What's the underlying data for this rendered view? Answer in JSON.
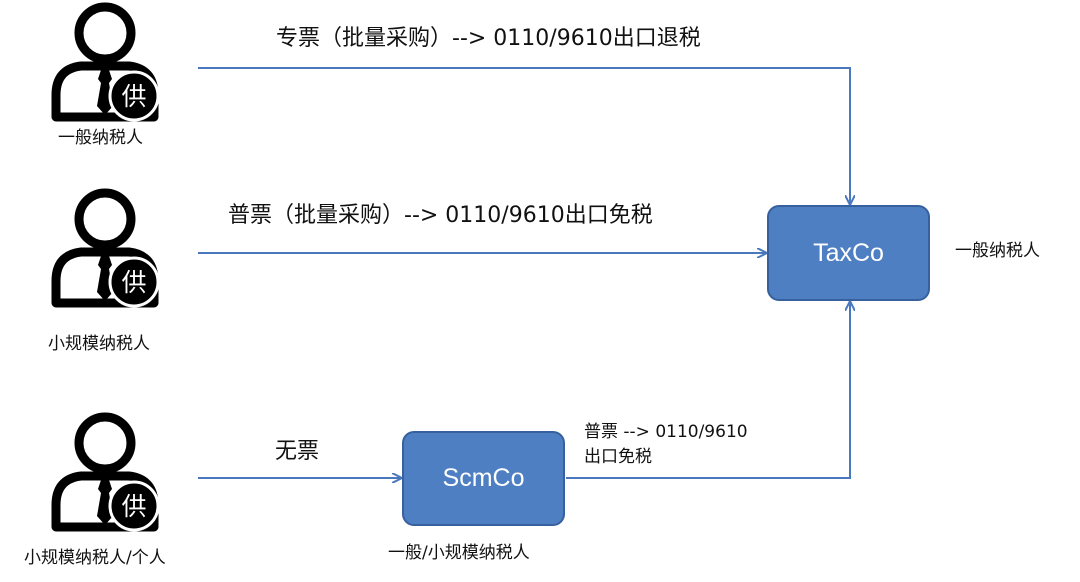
{
  "colors": {
    "box_fill": "#4e7fc2",
    "box_border": "#36609e",
    "arrow": "#4a78bd",
    "icon": "#000000"
  },
  "icons": {
    "supplier": "person-with-tie-icon",
    "badge_char": "供"
  },
  "suppliers": [
    {
      "role": "一般纳税人"
    },
    {
      "role": "小规模纳税人"
    },
    {
      "role": "小规模纳税人/个人"
    }
  ],
  "nodes": {
    "taxco": {
      "label": "TaxCo",
      "role": "一般纳税人"
    },
    "scmco": {
      "label": "ScmCo",
      "role": "一般/小规模纳税人"
    }
  },
  "flows": {
    "top": "专票（批量采购）--> 0110/9610出口退税",
    "middle": "普票（批量采购）--> 0110/9610出口免税",
    "bottom_left": "无票",
    "bottom_right_line1": "普票 --> 0110/9610",
    "bottom_right_line2": "出口免税"
  }
}
